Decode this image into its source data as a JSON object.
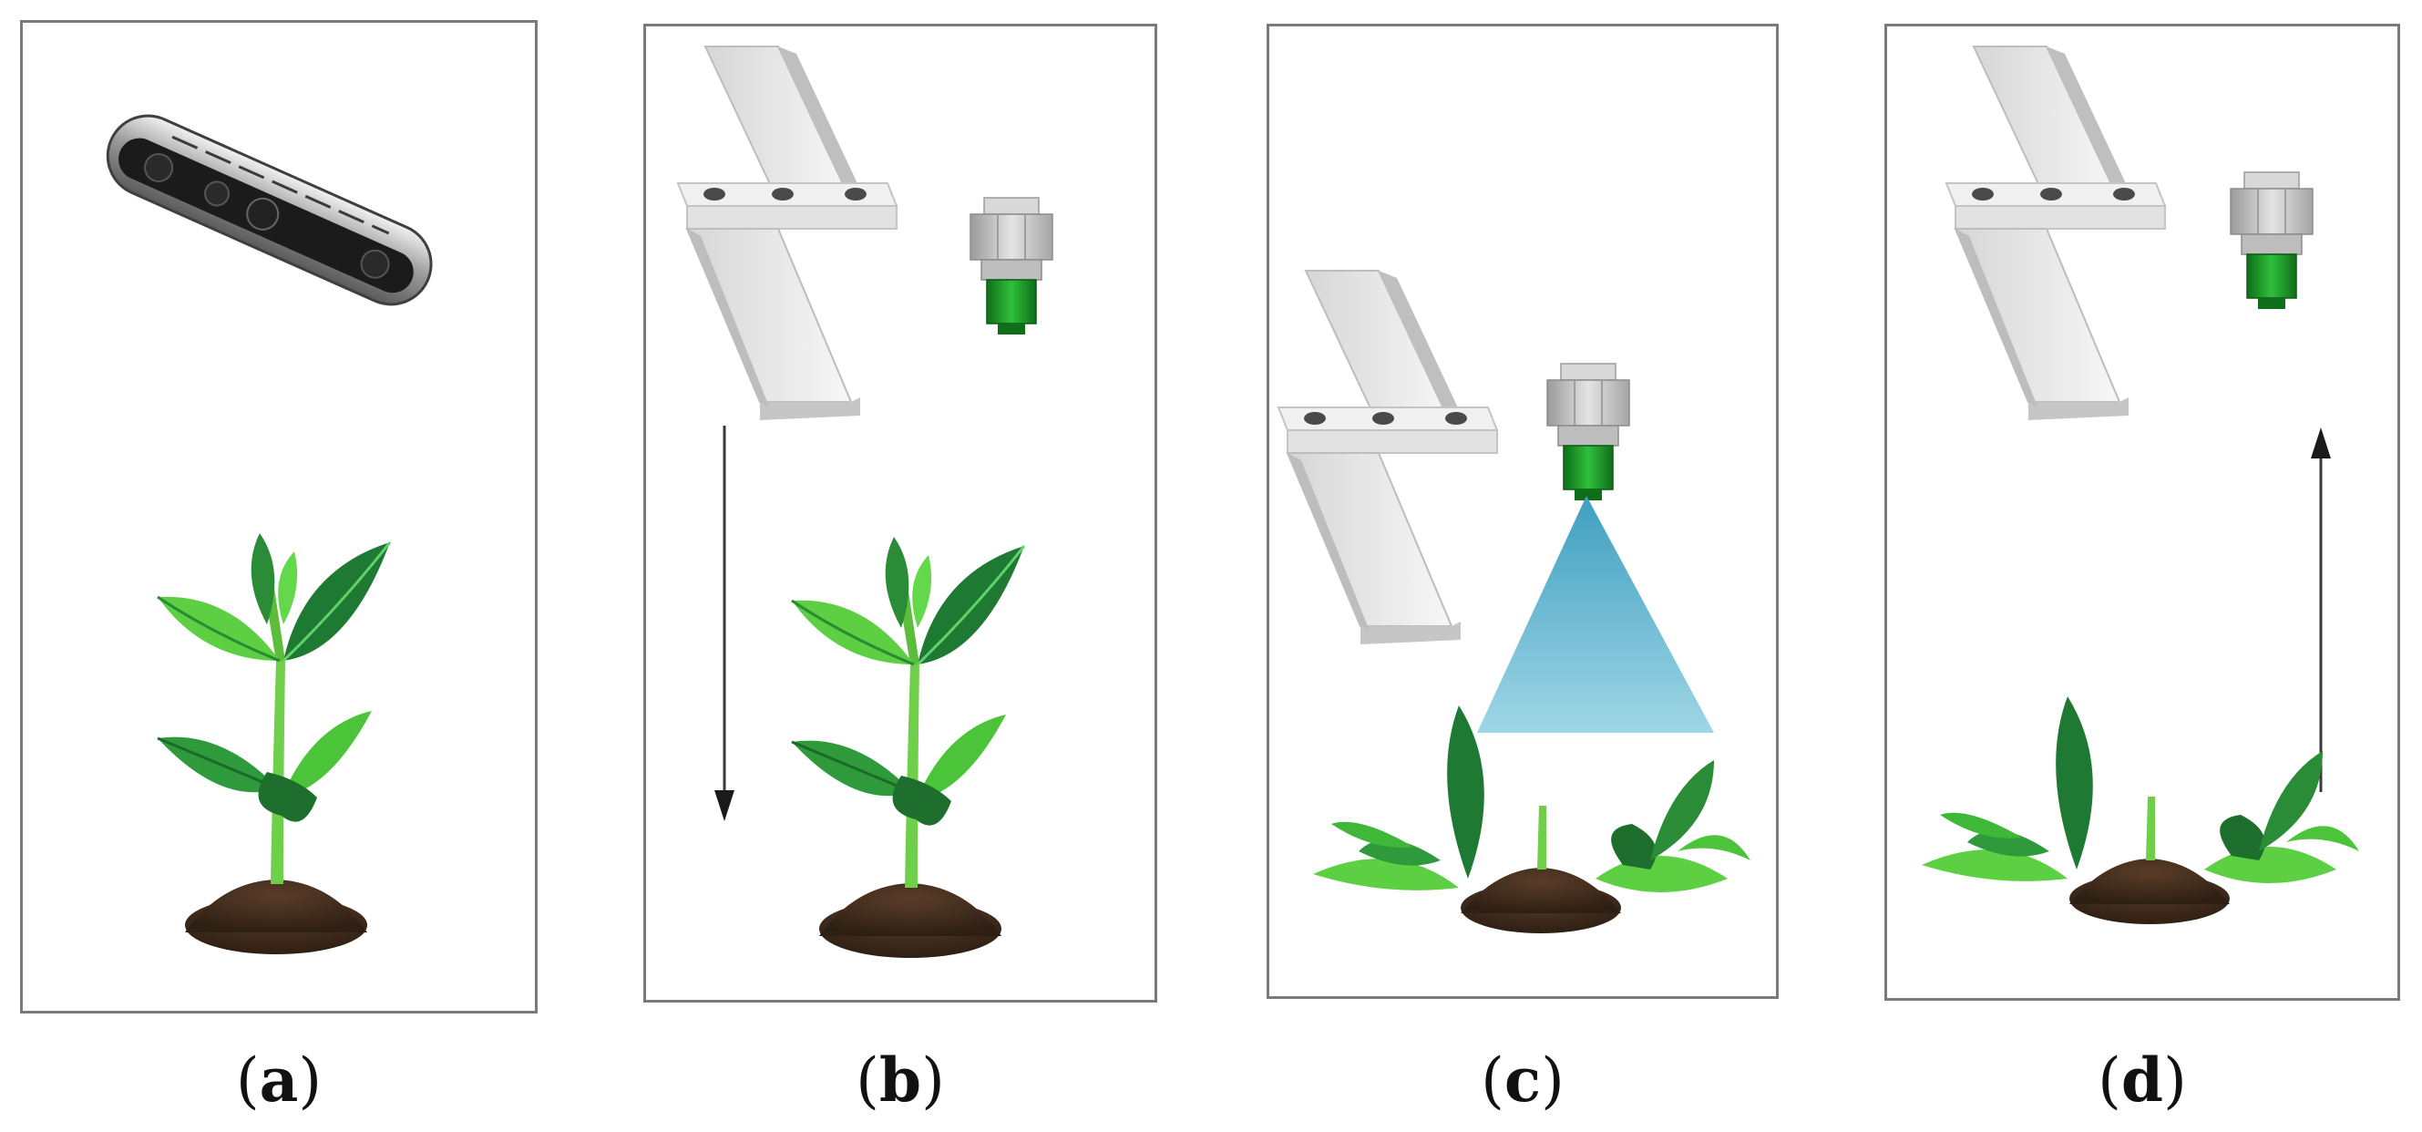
{
  "figure": {
    "panels": [
      {
        "id": "a",
        "label": "a",
        "paren_open": "(",
        "paren_close": ")"
      },
      {
        "id": "b",
        "label": "b",
        "paren_open": "(",
        "paren_close": ")"
      },
      {
        "id": "c",
        "label": "c",
        "paren_open": "(",
        "paren_close": ")"
      },
      {
        "id": "d",
        "label": "d",
        "paren_open": "(",
        "paren_close": ")"
      }
    ],
    "colors": {
      "border": "#7a7a7a",
      "leaf_light": "#5ccf42",
      "leaf_dark": "#1e7a32",
      "stem": "#6fcf4a",
      "soil": "#3d2a1c",
      "nozzle_metal": "#c8c8c8",
      "nozzle_green": "#1f9e2b",
      "spray": "#5fb7d0",
      "bracket": "#e9e9e9"
    },
    "icons": {
      "camera": "depth-camera-icon",
      "bracket": "mounting-bracket-icon",
      "nozzle": "spray-nozzle-icon",
      "plant": "plant-icon"
    }
  }
}
